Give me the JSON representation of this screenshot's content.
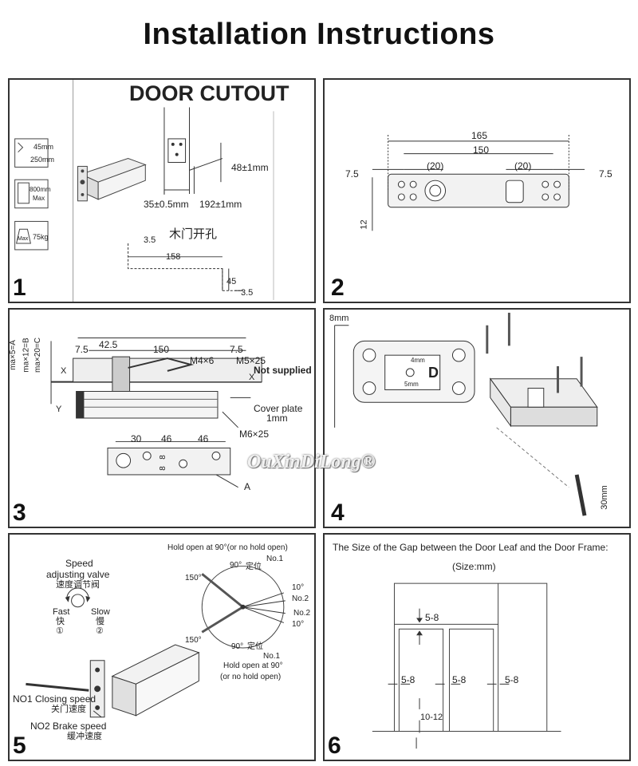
{
  "title": "Installation Instructions",
  "watermark": "OuXinDiLong®",
  "panel1": {
    "number": "1",
    "spec_dims_a": "45mm",
    "spec_dims_b": "250mm",
    "spec_width_a": "800mm",
    "spec_width_b": "Max",
    "spec_weight_icon_text": "Max",
    "spec_weight": "75kg",
    "heading": "DOOR CUTOUT",
    "dim_depth": "48±1mm",
    "dim_width": "35±0.5mm",
    "dim_length": "192±1mm",
    "chinese_caption": "木门开孔",
    "dim_a": "3.5",
    "dim_b": "158",
    "dim_c": "45",
    "dim_d": "3.5"
  },
  "panel2": {
    "number": "2",
    "dim_total": "165",
    "dim_inner": "150",
    "dim_left_offset": "(20)",
    "dim_right_offset": "(20)",
    "dim_left_edge": "7.5",
    "dim_right_edge": "7.5",
    "dim_height": "12"
  },
  "panel3": {
    "number": "3",
    "side_a": "ma×5=A",
    "side_b": "ma×12=B",
    "side_c": "ma×20=C",
    "dim_75_left": "7.5",
    "dim_425": "42.5",
    "dim_150": "150",
    "dim_75_right": "7.5",
    "screw_m4": "M4×6",
    "screw_m5": "M5×25",
    "not_supplied": "Not supplied",
    "x_left": "X",
    "x_right": "X",
    "y_label": "Y",
    "cover_plate": "Cover plate",
    "cover_thickness": "1mm",
    "screw_m6": "M6×25",
    "dim_30": "30",
    "dim_46a": "46",
    "dim_46b": "46",
    "dim_8a": "8",
    "dim_8b": "8",
    "label_a": "A"
  },
  "panel4": {
    "number": "4",
    "wall_gap": "8mm",
    "plate_4mm": "4mm",
    "plate_5mm": "5mm",
    "plate_letter": "D",
    "pin_length": "30mm"
  },
  "panel5": {
    "number": "5",
    "speed_title": "Speed",
    "speed_valve": "adjusting valve",
    "speed_cn": "速度调节阀",
    "fast": "Fast",
    "fast_cn": "快",
    "fast_num": "①",
    "slow": "Slow",
    "slow_cn": "慢",
    "slow_num": "②",
    "hold_top": "Hold open at 90°(or no hold open)",
    "no1_top": "No.1",
    "a150_top": "150°",
    "a90_top": "90°",
    "dingwei_top": "定位",
    "a10_top": "10°",
    "no2_a": "No.2",
    "no2_b": "No.2",
    "a10_bottom": "10°",
    "a150_bottom": "150°",
    "a90_bottom": "90°",
    "dingwei_bottom": "定位",
    "no1_bottom": "No.1",
    "hold_bottom_1": "Hold open at 90°",
    "hold_bottom_2": "(or no hold open)",
    "closing_speed": "NO1 Closing speed",
    "closing_cn": "关门速度",
    "brake_speed": "NO2 Brake speed",
    "brake_cn": "缓冲速度"
  },
  "panel6": {
    "number": "6",
    "heading": "The Size of the Gap between the Door Leaf and the Door Frame:",
    "unit": "(Size:mm)",
    "gap_top": "5-8",
    "gap_left": "5-8",
    "gap_mid": "5-8",
    "gap_right": "5-8",
    "gap_bottom": "10-12"
  }
}
